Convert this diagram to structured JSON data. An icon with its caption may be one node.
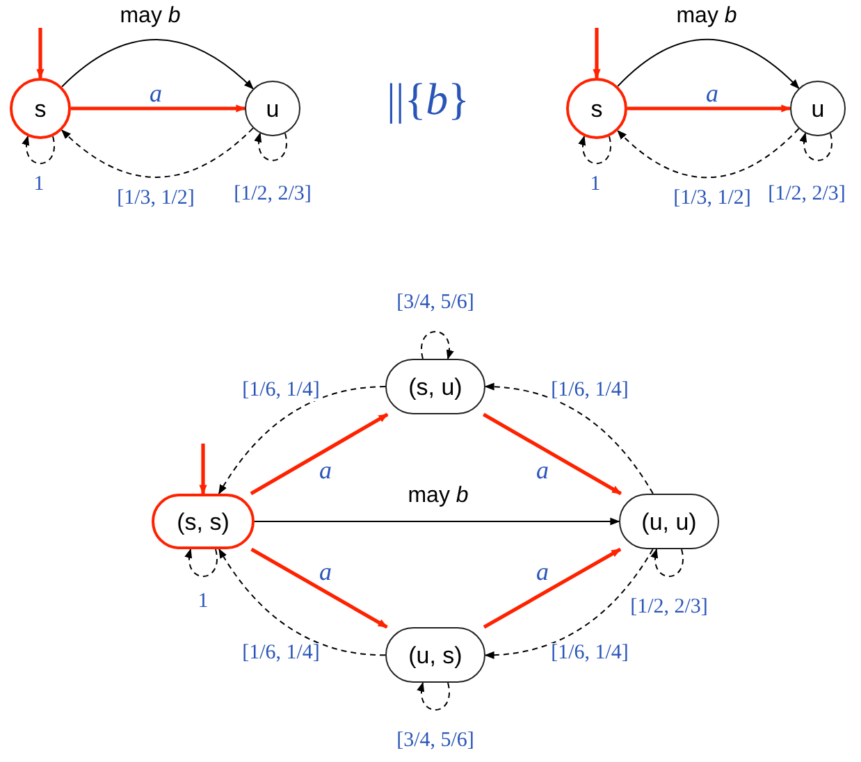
{
  "diagram": {
    "nodes": [
      {
        "text": [
          "s"
        ]
      },
      {
        "text": [
          "u"
        ]
      },
      {
        "text": [
          "s"
        ]
      },
      {
        "text": [
          "u"
        ]
      },
      {
        "text": [
          "(s, s)"
        ]
      },
      {
        "text": [
          "(s, u)"
        ]
      },
      {
        "text": [
          "(u, u)"
        ]
      },
      {
        "text": [
          "(u, s)"
        ]
      }
    ],
    "edges": [
      {
        "from": null,
        "to": 0,
        "arrow": "to",
        "style": "thick",
        "color": "#ff2200"
      },
      {
        "from": 0,
        "to": 1,
        "arrow": "to",
        "label": "may *b*"
      },
      {
        "from": 0,
        "to": 1,
        "arrow": "to",
        "label": "a",
        "style": "thick",
        "color": "#ff2200"
      },
      {
        "from": 1,
        "to": 0,
        "arrow": "to",
        "label": "[1/3, 1/2]",
        "style": "dashed"
      },
      {
        "from": 0,
        "to": 0,
        "arrow": "to",
        "label": "1",
        "style": "dashed"
      },
      {
        "from": 1,
        "to": 1,
        "arrow": "to",
        "label": "[1/2, 2/3]",
        "style": "dashed"
      },
      {
        "from": null,
        "to": 2,
        "arrow": "to",
        "style": "thick",
        "color": "#ff2200"
      },
      {
        "from": 2,
        "to": 3,
        "arrow": "to",
        "label": "may *b*"
      },
      {
        "from": 2,
        "to": 3,
        "arrow": "to",
        "label": "a",
        "style": "thick",
        "color": "#ff2200"
      },
      {
        "from": 3,
        "to": 2,
        "arrow": "to",
        "label": "[1/3, 1/2]",
        "style": "dashed"
      },
      {
        "from": 2,
        "to": 2,
        "arrow": "to",
        "label": "1",
        "style": "dashed"
      },
      {
        "from": 3,
        "to": 3,
        "arrow": "to",
        "label": "[1/2, 2/3]",
        "style": "dashed"
      },
      {
        "from": null,
        "to": 4,
        "arrow": "to",
        "style": "thick",
        "color": "#ff2200"
      },
      {
        "from": 4,
        "to": 5,
        "arrow": "to",
        "label": "a",
        "style": "thick",
        "color": "#ff2200"
      },
      {
        "from": 5,
        "to": 6,
        "arrow": "to",
        "label": "a",
        "style": "thick",
        "color": "#ff2200"
      },
      {
        "from": 4,
        "to": 7,
        "arrow": "to",
        "label": "a",
        "style": "thick",
        "color": "#ff2200"
      },
      {
        "from": 7,
        "to": 6,
        "arrow": "to",
        "label": "a",
        "style": "thick",
        "color": "#ff2200"
      },
      {
        "from": 4,
        "to": 6,
        "arrow": "to",
        "label": "may *b*"
      },
      {
        "from": 5,
        "to": 4,
        "arrow": "to",
        "label": "[1/6, 1/4]",
        "style": "dashed"
      },
      {
        "from": 6,
        "to": 5,
        "arrow": "to",
        "label": "[1/6, 1/4]",
        "style": "dashed"
      },
      {
        "from": 7,
        "to": 4,
        "arrow": "to",
        "label": "[1/6, 1/4]",
        "style": "dashed"
      },
      {
        "from": 6,
        "to": 7,
        "arrow": "to",
        "label": "[1/6, 1/4]",
        "style": "dashed"
      },
      {
        "from": 4,
        "to": 4,
        "arrow": "to",
        "label": "1",
        "style": "dashed"
      },
      {
        "from": 5,
        "to": 5,
        "arrow": "to",
        "label": "[3/4, 5/6]",
        "style": "dashed"
      },
      {
        "from": 6,
        "to": 6,
        "arrow": "to",
        "label": "[1/2, 2/3]",
        "style": "dashed"
      },
      {
        "from": 7,
        "to": 7,
        "arrow": "to",
        "label": "[3/4, 5/6]",
        "style": "dashed"
      }
    ],
    "labels": [
      "||{*b*}"
    ]
  }
}
